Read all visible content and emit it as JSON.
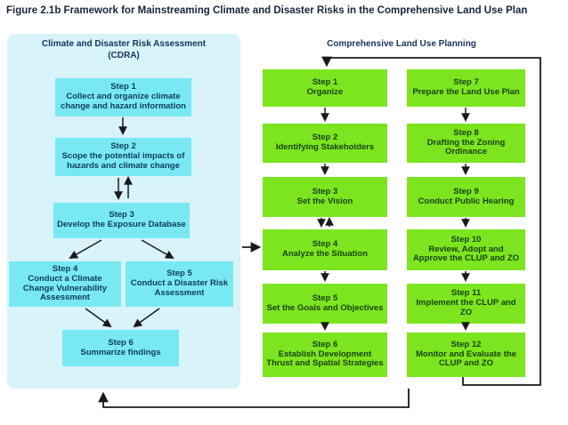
{
  "title": "Figure 2.1b Framework for Mainstreaming Climate and Disaster Risks in the Comprehensive Land Use Plan",
  "cdra": {
    "header": "Climate and Disaster Risk Assessment",
    "header_sub": "(CDRA)",
    "steps": [
      {
        "label": "Step 1",
        "text": "Collect and organize climate change and hazard information"
      },
      {
        "label": "Step 2",
        "text": "Scope the potential impacts of hazards and climate change"
      },
      {
        "label": "Step 3",
        "text": "Develop the Exposure Database"
      },
      {
        "label": "Step 4",
        "text": "Conduct a Climate Change Vulnerability Assessment"
      },
      {
        "label": "Step 5",
        "text": "Conduct a Disaster Risk Assessment"
      },
      {
        "label": "Step 6",
        "text": "Summarize findings"
      }
    ]
  },
  "clup": {
    "header": "Comprehensive Land Use Planning",
    "column1": [
      {
        "label": "Step 1",
        "text": "Organize"
      },
      {
        "label": "Step 2",
        "text": "Identifying Stakeholders"
      },
      {
        "label": "Step 3",
        "text": "Set the Vision"
      },
      {
        "label": "Step 4",
        "text": "Analyze the Situation"
      },
      {
        "label": "Step 5",
        "text": "Set the Goals and Objectives"
      },
      {
        "label": "Step 6",
        "text": "Establish Development Thrust and Spatial Strategies"
      }
    ],
    "column2": [
      {
        "label": "Step 7",
        "text": "Prepare the Land Use Plan"
      },
      {
        "label": "Step 8",
        "text": "Drafting the Zoning Ordinance"
      },
      {
        "label": "Step 9",
        "text": "Conduct Public Hearing"
      },
      {
        "label": "Step 10",
        "text": "Review, Adopt and Approve the CLUP and ZO"
      },
      {
        "label": "Step 11",
        "text": "Implement the CLUP and ZO"
      },
      {
        "label": "Step 12",
        "text": "Monitor and Evaluate the CLUP and ZO"
      }
    ]
  },
  "colors": {
    "panel_bg": "#d8f3fa",
    "cdra_box": "#78e9f3",
    "clup_box": "#7de51f",
    "heading_text": "#16335c",
    "cdra_text": "#0e3a5c",
    "clup_text": "#17430a",
    "line": "#1a1a1a"
  }
}
